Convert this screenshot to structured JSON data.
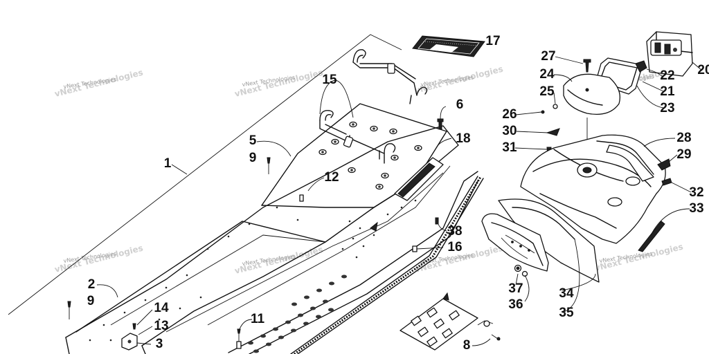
{
  "watermark": "vNext Technologies",
  "callouts": {
    "c1": "1",
    "c2": "2",
    "c3": "3",
    "c5": "5",
    "c6": "6",
    "c8": "8",
    "c9a": "9",
    "c9b": "9",
    "c11": "11",
    "c12": "12",
    "c13": "13",
    "c14": "14",
    "c15": "15",
    "c16": "16",
    "c17": "17",
    "c18": "18",
    "c20": "20",
    "c21": "21",
    "c22": "22",
    "c23": "23",
    "c24": "24",
    "c25": "25",
    "c26": "26",
    "c27": "27",
    "c28": "28",
    "c29": "29",
    "c30": "30",
    "c31": "31",
    "c32": "32",
    "c33": "33",
    "c34": "34",
    "c35": "35",
    "c36": "36",
    "c37": "37",
    "c38": "38"
  }
}
